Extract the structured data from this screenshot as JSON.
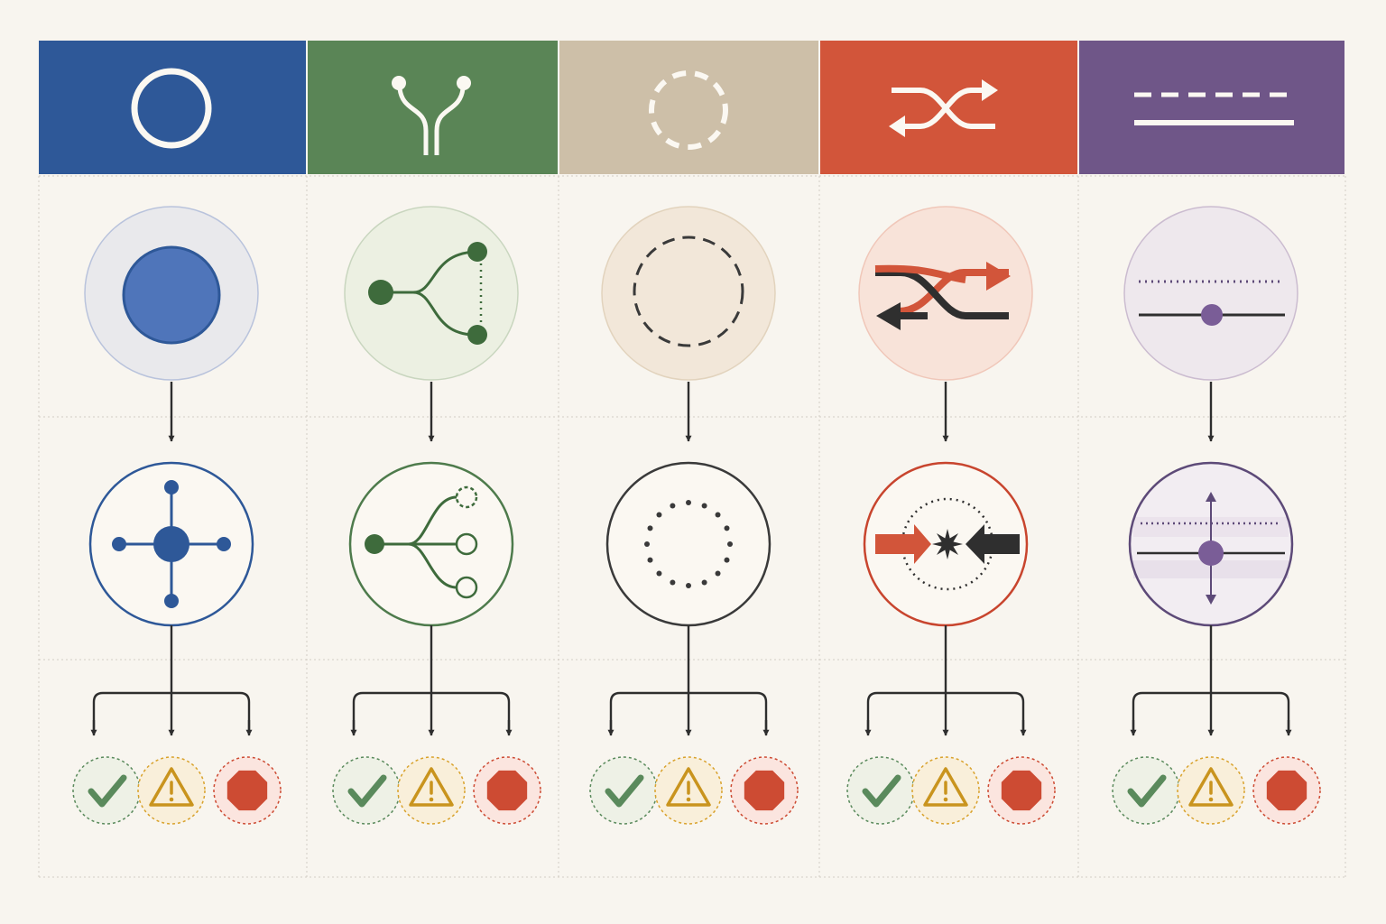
{
  "palette": {
    "background": "#f8f5ef",
    "grid_line": "#d2cdc4",
    "connector": "#2e2e2e",
    "ok_green": "#5a8a5c",
    "warn_amber": "#d9a22c",
    "stop_red": "#cd4b33"
  },
  "columns": [
    {
      "id": "center",
      "header_color": "#2e5898",
      "header_icon": "ring-icon",
      "top_icon": "solid-disc-icon",
      "top_fill": "#e9e9ec",
      "top_stroke": "#b9c3dc",
      "mid_icon": "hub-and-spokes-icon",
      "mid_stroke": "#2e5898",
      "accent": "#2e5898"
    },
    {
      "id": "branch",
      "header_color": "#5a8556",
      "header_icon": "fork-icon",
      "top_icon": "branching-nodes-icon",
      "top_fill": "#ecf0e2",
      "top_stroke": "#c9d6bf",
      "mid_icon": "three-way-branch-icon",
      "mid_stroke": "#4e7b4c",
      "accent": "#3e6b3c"
    },
    {
      "id": "dissolve",
      "header_color": "#cdbfa8",
      "header_icon": "dashed-ring-icon",
      "top_icon": "dashed-circle-icon",
      "top_fill": "#f2e7d9",
      "top_stroke": "#e2d3bd",
      "mid_icon": "dotted-circle-icon",
      "mid_stroke": "#3a3a3a",
      "accent": "#3a3a3a"
    },
    {
      "id": "cross",
      "header_color": "#d2553a",
      "header_icon": "shuffle-icon",
      "top_icon": "crossing-arrows-icon",
      "top_fill": "#f8e3d9",
      "top_stroke": "#f0c7b9",
      "mid_icon": "collision-icon",
      "mid_stroke": "#c8452e",
      "accent": "#cf4f33"
    },
    {
      "id": "balance",
      "header_color": "#6f5688",
      "header_icon": "dashed-and-solid-lines-icon",
      "top_icon": "level-slider-icon",
      "top_fill": "#eee8ed",
      "top_stroke": "#cbbcd0",
      "mid_icon": "vertical-shift-icon",
      "mid_stroke": "#5d4a78",
      "accent": "#5d4a78"
    }
  ],
  "outcome_icons": [
    "check-icon",
    "warning-icon",
    "stop-icon"
  ]
}
